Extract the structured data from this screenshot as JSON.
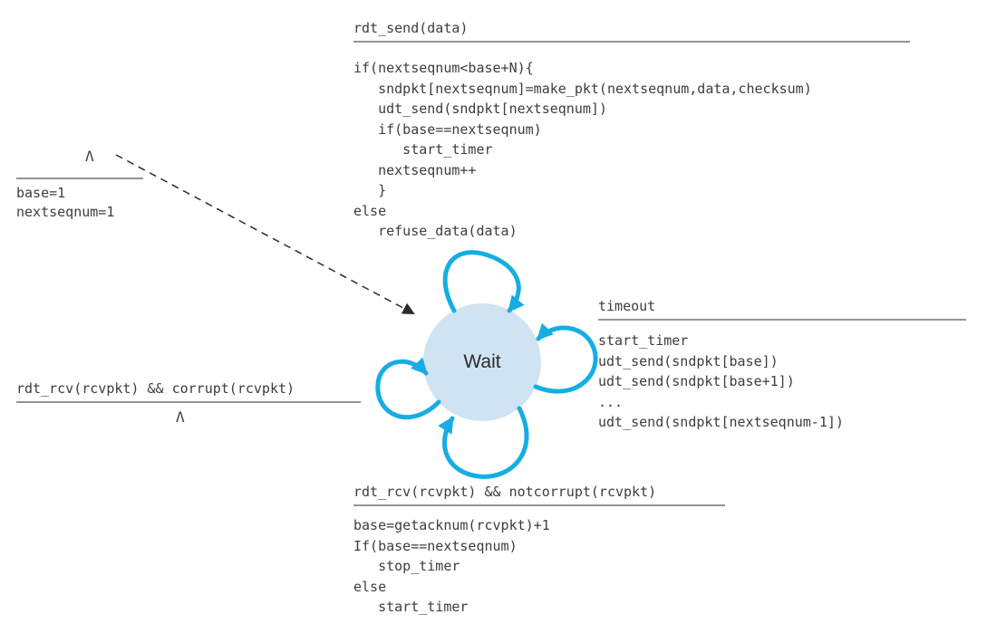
{
  "state": {
    "label": "Wait"
  },
  "colors": {
    "state_fill": "#cfe3f2",
    "loop_stroke": "#16ade4",
    "dashed_arrow": "#2e2b28",
    "text": "#403c38"
  },
  "initial_transition": {
    "event": "Λ",
    "action": "base=1\nnextseqnum=1"
  },
  "transitions": {
    "rdt_send": {
      "event": "rdt_send(data)",
      "action": "if(nextseqnum<base+N){\n   sndpkt[nextseqnum]=make_pkt(nextseqnum,data,checksum)\n   udt_send(sndpkt[nextseqnum])\n   if(base==nextseqnum)\n      start_timer\n   nextseqnum++\n   }\nelse\n   refuse_data(data)"
    },
    "timeout": {
      "event": "timeout",
      "action": "start_timer\nudt_send(sndpkt[base])\nudt_send(sndpkt[base+1])\n...\nudt_send(sndpkt[nextseqnum-1])"
    },
    "corrupt": {
      "event": "rdt_rcv(rcvpkt) && corrupt(rcvpkt)",
      "action": "Λ"
    },
    "notcorrupt": {
      "event": "rdt_rcv(rcvpkt) && notcorrupt(rcvpkt)",
      "action": "base=getacknum(rcvpkt)+1\nIf(base==nextseqnum)\n   stop_timer\nelse\n   start_timer"
    }
  }
}
